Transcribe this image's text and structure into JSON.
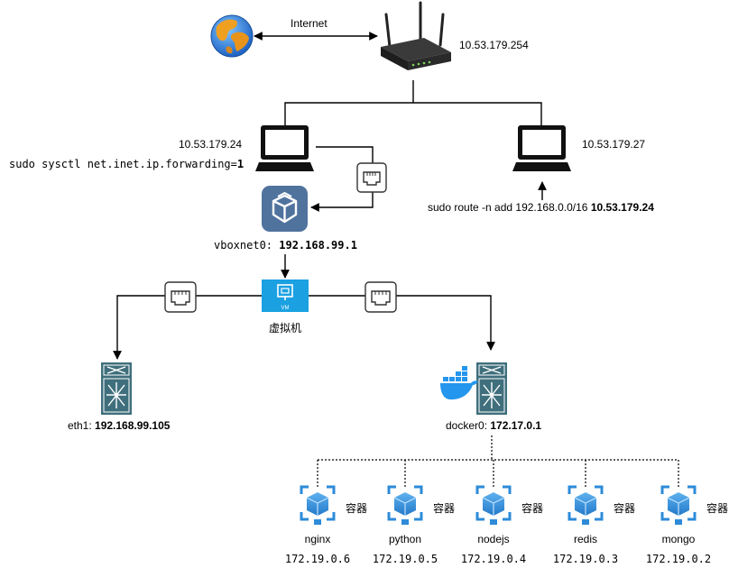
{
  "diagram": {
    "internet_label": "Internet",
    "router": {
      "ip": "10.53.179.254"
    },
    "host_left": {
      "ip": "10.53.179.24",
      "command_prefix": "sudo sysctl net.inet.ip.forwarding=",
      "command_value": "1"
    },
    "host_right": {
      "ip": "10.53.179.27",
      "command_prefix": "sudo route -n add 192.168.0.0/16 ",
      "command_value": "10.53.179.24"
    },
    "virtualbox": {
      "iface_prefix": "vboxnet0: ",
      "iface_ip": "192.168.99.1"
    },
    "vm": {
      "badge": "VM",
      "label": "虚拟机"
    },
    "eth1": {
      "prefix": "eth1: ",
      "ip": "192.168.99.105"
    },
    "docker0": {
      "prefix": "docker0: ",
      "ip": "172.17.0.1"
    },
    "containers": [
      {
        "name": "nginx",
        "ip": "172.19.0.6",
        "tag": "容器"
      },
      {
        "name": "python",
        "ip": "172.19.0.5",
        "tag": "容器"
      },
      {
        "name": "nodejs",
        "ip": "172.19.0.4",
        "tag": "容器"
      },
      {
        "name": "redis",
        "ip": "172.19.0.3",
        "tag": "容器"
      },
      {
        "name": "mongo",
        "ip": "172.19.0.2",
        "tag": "容器"
      }
    ],
    "colors": {
      "vm_blue": "#1ba1e2",
      "vbox_blue": "#50739e",
      "switch_teal": "#3f6f7c",
      "docker_blue": "#2496ed",
      "container_blue": "#2d8bd9"
    }
  }
}
